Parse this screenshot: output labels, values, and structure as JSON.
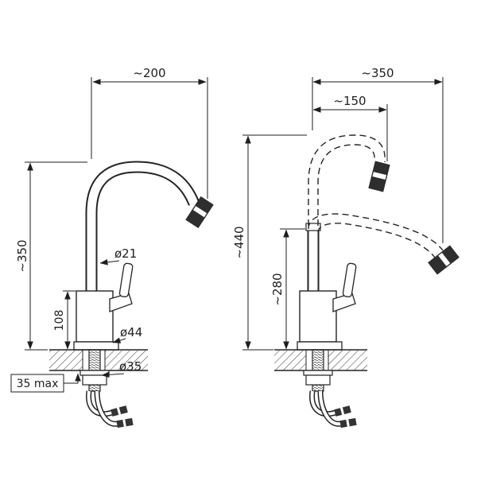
{
  "page": {
    "background_color": "#ffffff",
    "line_color": "#242424",
    "drawing_title": "faucet-technical-drawing"
  },
  "left_view": {
    "dim_spout_reach": "~200",
    "dim_height_to_spout": "~350",
    "dim_body_height": "108",
    "dim_pipe_diameter": "ø21",
    "dim_base_diameter": "ø44",
    "dim_hole_diameter": "ø35",
    "dim_mount_thickness": "35 max"
  },
  "right_view": {
    "dim_reach_low_position": "~350",
    "dim_reach_high_position": "~150",
    "dim_height_high_position": "~440",
    "dim_height_low_position": "~280"
  }
}
